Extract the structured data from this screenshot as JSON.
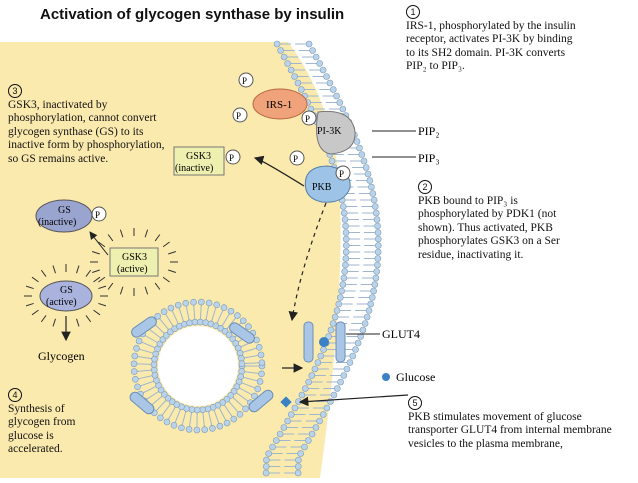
{
  "title": "Activation of glycogen synthase by insulin",
  "steps": {
    "s1": {
      "num": "1",
      "text": "IRS-1, phosphorylated by the insulin receptor, activates PI-3K by binding to its SH2 domain. PI-3K converts PIP₂ to PIP₃."
    },
    "s2": {
      "num": "2",
      "text": "PKB bound to PIP₃ is phosphorylated by PDK1 (not shown). Thus activated, PKB phosphorylates GSK3 on a Ser residue, inactivating it."
    },
    "s3": {
      "num": "3",
      "text": "GSK3, inactivated by phosphorylation, cannot convert glycogen synthase (GS) to its inactive form by phosphorylation, so GS remains active."
    },
    "s4": {
      "num": "4",
      "text": "Synthesis of glycogen from glucose is accelerated."
    },
    "s5": {
      "num": "5",
      "text": "PKB stimulates movement of glucose transporter GLUT4 from internal membrane vesicles to the plasma membrane,"
    }
  },
  "labels": {
    "irs1": "IRS-1",
    "pi3k": "PI-3K",
    "pkb": "PKB",
    "pip2": "PIP₂",
    "pip3": "PIP₃",
    "glut4": "GLUT4",
    "glucose": "Glucose",
    "glycogen": "Glycogen",
    "gsk3_inactive_1": "GSK3",
    "gsk3_inactive_2": "(inactive)",
    "gsk3_active_1": "GSK3",
    "gsk3_active_2": "(active)",
    "gs_inactive_1": "GS",
    "gs_inactive_2": "(inactive)",
    "gs_active_1": "GS",
    "gs_active_2": "(active)",
    "phospho": "P"
  },
  "colors": {
    "cytoplasm": "#fbeaae",
    "membrane_head": "#b9d3ea",
    "membrane_tail": "#9fb6cc",
    "irs1": "#f0a27a",
    "pi3k": "#c8c8c8",
    "pkb": "#9dc3e6",
    "gsk3": "#eef0b0",
    "gs_inactive": "#9aa5cf",
    "gs_active": "#a9b3dd",
    "glucose": "#3b82c4"
  }
}
